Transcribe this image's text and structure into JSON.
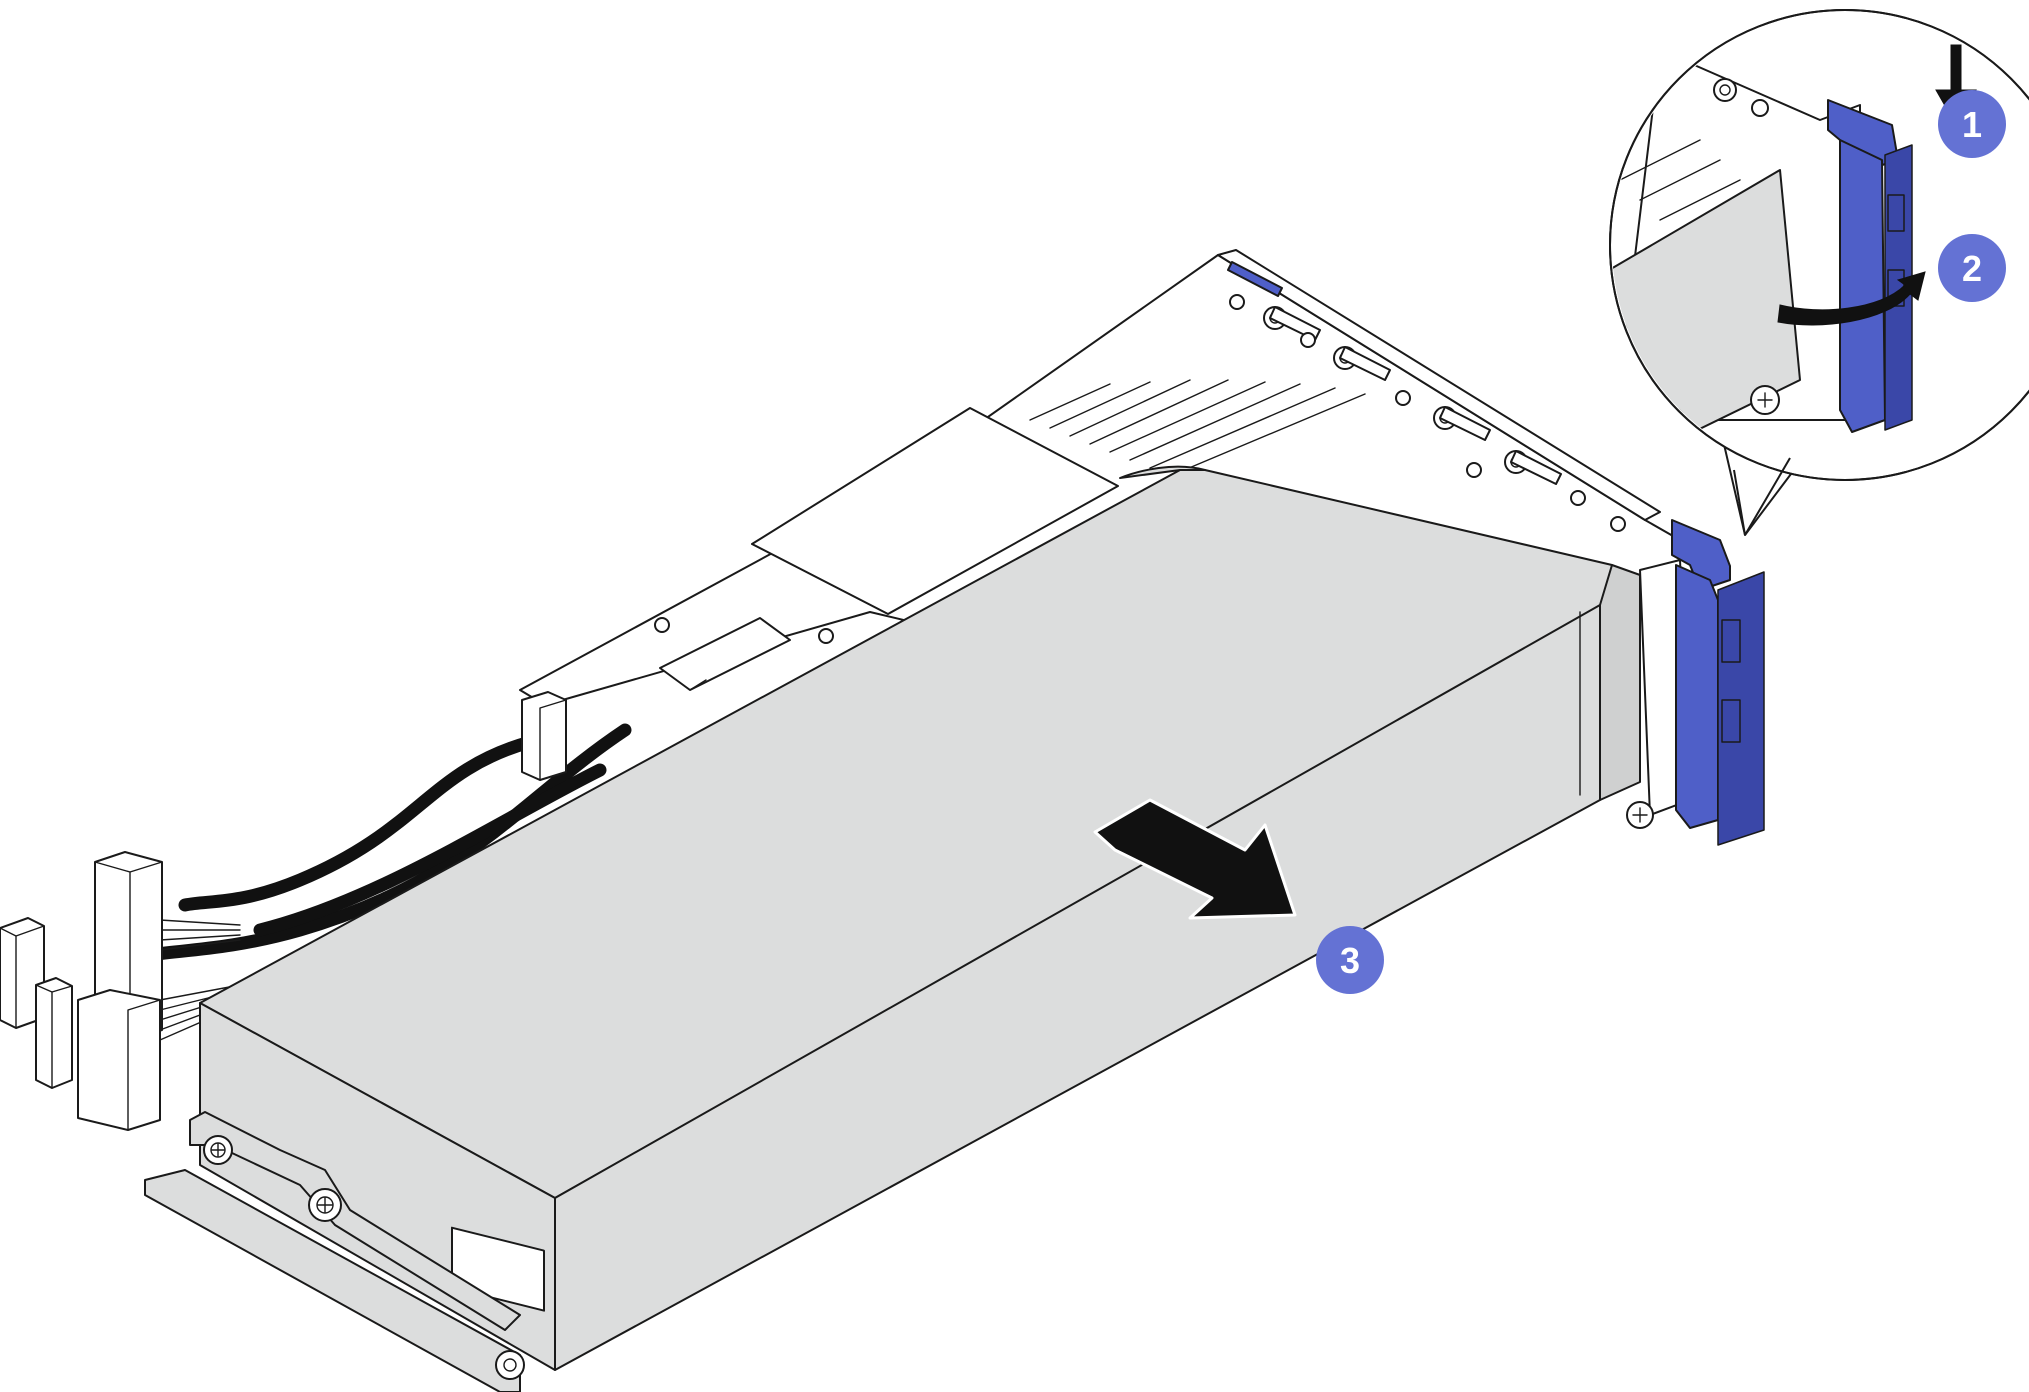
{
  "steps": [
    {
      "label": "1"
    },
    {
      "label": "2"
    },
    {
      "label": "3"
    }
  ],
  "colors": {
    "callout_fill": "#6472d4",
    "latch_blue": "#4f5fc8",
    "card_gray": "#dcdddd",
    "outline": "#1a1a1a"
  },
  "icons": {
    "push_down": "arrow-down-icon",
    "rotate_open": "curved-arrow-icon",
    "slide_out": "arrow-right-down-icon"
  }
}
